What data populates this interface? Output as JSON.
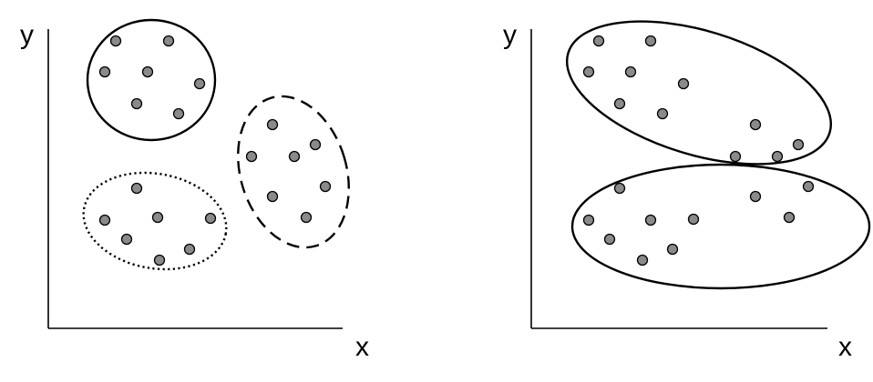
{
  "panels": [
    {
      "id": "left",
      "x_label": "x",
      "y_label": "y",
      "clusters": [
        {
          "style": "solid",
          "points": [
            [
              127,
              45
            ],
            [
              185,
              45
            ],
            [
              115,
              79
            ],
            [
              162,
              79
            ],
            [
              219,
              92
            ],
            [
              150,
              114
            ],
            [
              196,
              125
            ]
          ]
        },
        {
          "style": "dashed",
          "points": [
            [
              299,
              137
            ],
            [
              346,
              159
            ],
            [
              276,
              172
            ],
            [
              323,
              172
            ],
            [
              357,
              205
            ],
            [
              299,
              216
            ],
            [
              336,
              239
            ]
          ]
        },
        {
          "style": "dotted",
          "points": [
            [
              150,
              207
            ],
            [
              115,
              242
            ],
            [
              173,
              239
            ],
            [
              231,
              240
            ],
            [
              139,
              263
            ],
            [
              208,
              274
            ],
            [
              175,
              286
            ]
          ]
        }
      ]
    },
    {
      "id": "right",
      "x_label": "x",
      "y_label": "y",
      "clusters": [
        {
          "style": "solid",
          "points": [
            [
              657,
              45
            ],
            [
              714,
              45
            ],
            [
              646,
              79
            ],
            [
              692,
              79
            ],
            [
              750,
              92
            ],
            [
              680,
              114
            ],
            [
              727,
              125
            ],
            [
              829,
              137
            ],
            [
              876,
              159
            ],
            [
              807,
              172
            ],
            [
              853,
              172
            ]
          ]
        },
        {
          "style": "solid",
          "points": [
            [
              680,
              207
            ],
            [
              887,
              205
            ],
            [
              829,
              216
            ],
            [
              646,
              242
            ],
            [
              714,
              242
            ],
            [
              761,
              241
            ],
            [
              866,
              239
            ],
            [
              669,
              263
            ],
            [
              738,
              274
            ],
            [
              705,
              286
            ]
          ]
        }
      ]
    }
  ]
}
